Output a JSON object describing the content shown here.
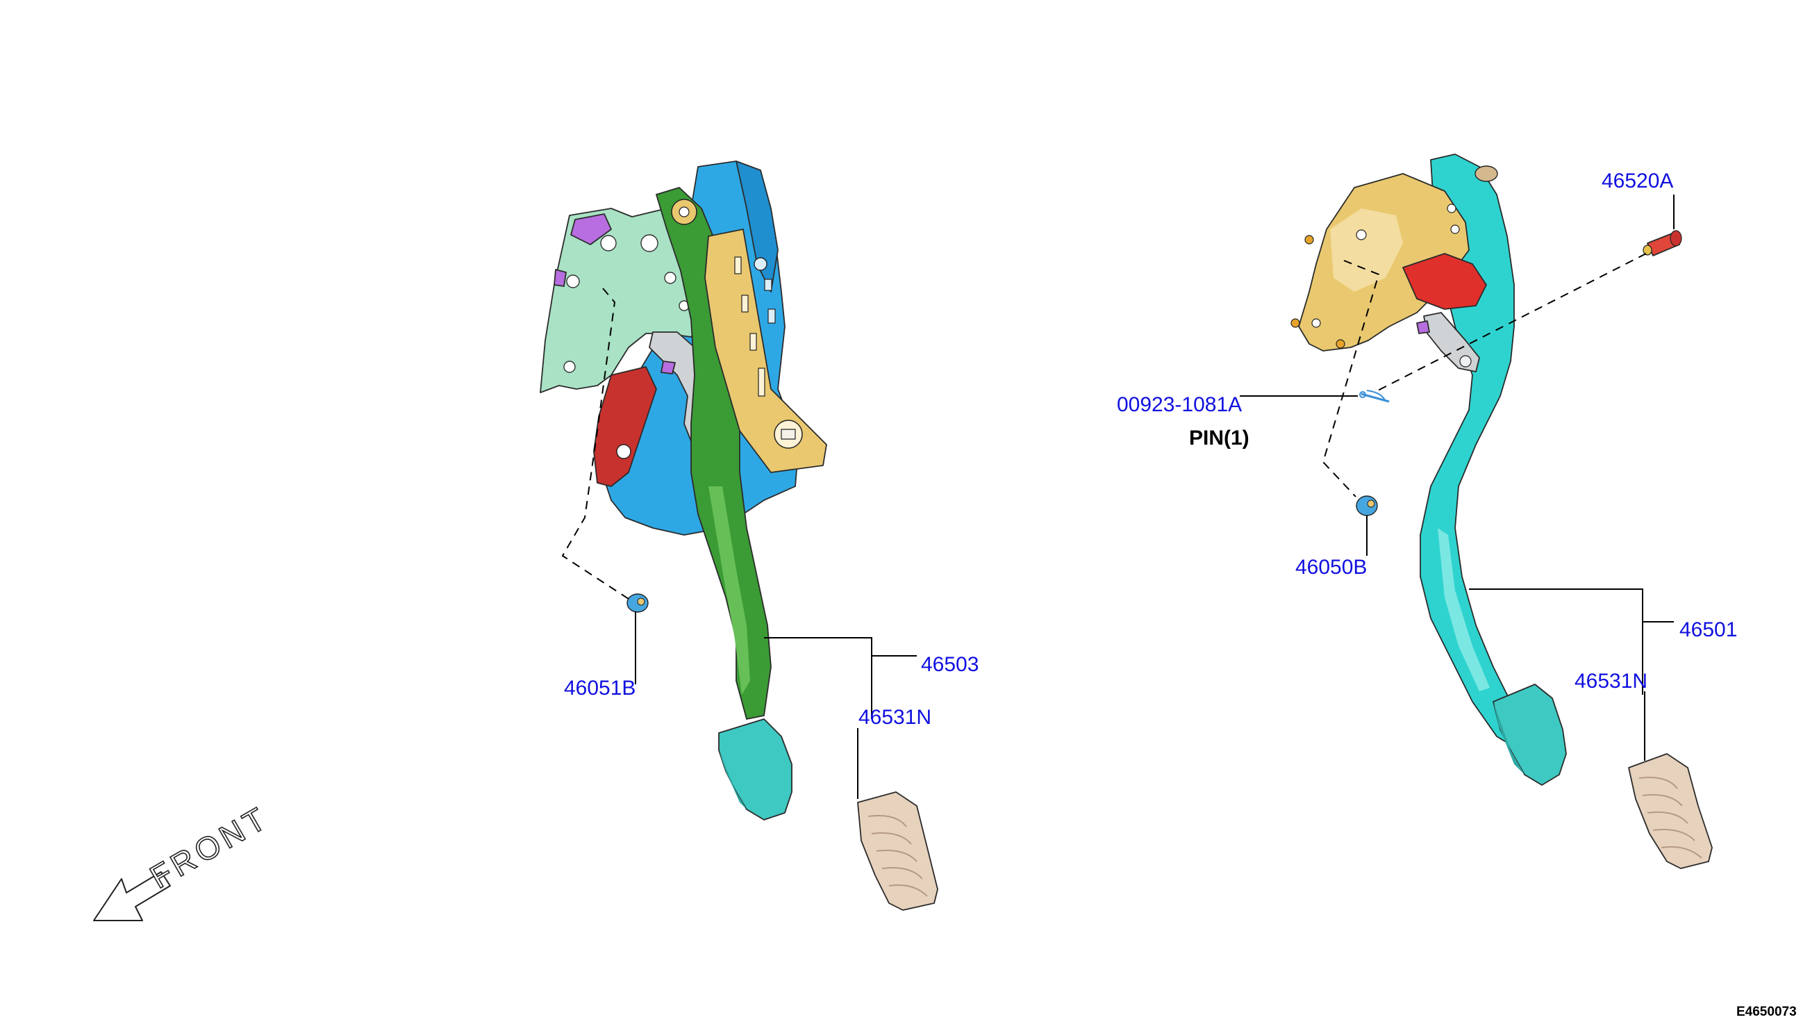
{
  "diagram": {
    "figure_id": "E4650073",
    "orientation_label": "FRONT",
    "colors": {
      "callout_text": "#1010e0",
      "brake_pedal_arm": "#3b9b35",
      "clutch_pedal_arm": "#2ed3cf",
      "pedal_pad": "#3ec9c2",
      "pedal_cover": "#e7d2bd",
      "bracket_tan": "#e9c86f",
      "bracket_blue": "#2ea8e5",
      "bracket_mint": "#a9e2c5",
      "bracket_red": "#c8322e",
      "nut": "#46a6e0",
      "bolt": "#e0463a"
    },
    "left_assembly": {
      "parts": [
        {
          "id": "46051B",
          "name": "nut"
        },
        {
          "id": "46503",
          "name": "brake-pedal"
        },
        {
          "id": "46531N",
          "name": "pedal-pad-cover"
        }
      ]
    },
    "right_assembly": {
      "parts": [
        {
          "id": "46520A",
          "name": "bolt"
        },
        {
          "id": "00923-1081A",
          "name": "pin"
        },
        {
          "id": "46050B",
          "name": "nut"
        },
        {
          "id": "46501",
          "name": "clutch-pedal"
        },
        {
          "id": "46531N",
          "name": "pedal-pad-cover"
        }
      ],
      "pin_note": "PIN(1)"
    }
  }
}
